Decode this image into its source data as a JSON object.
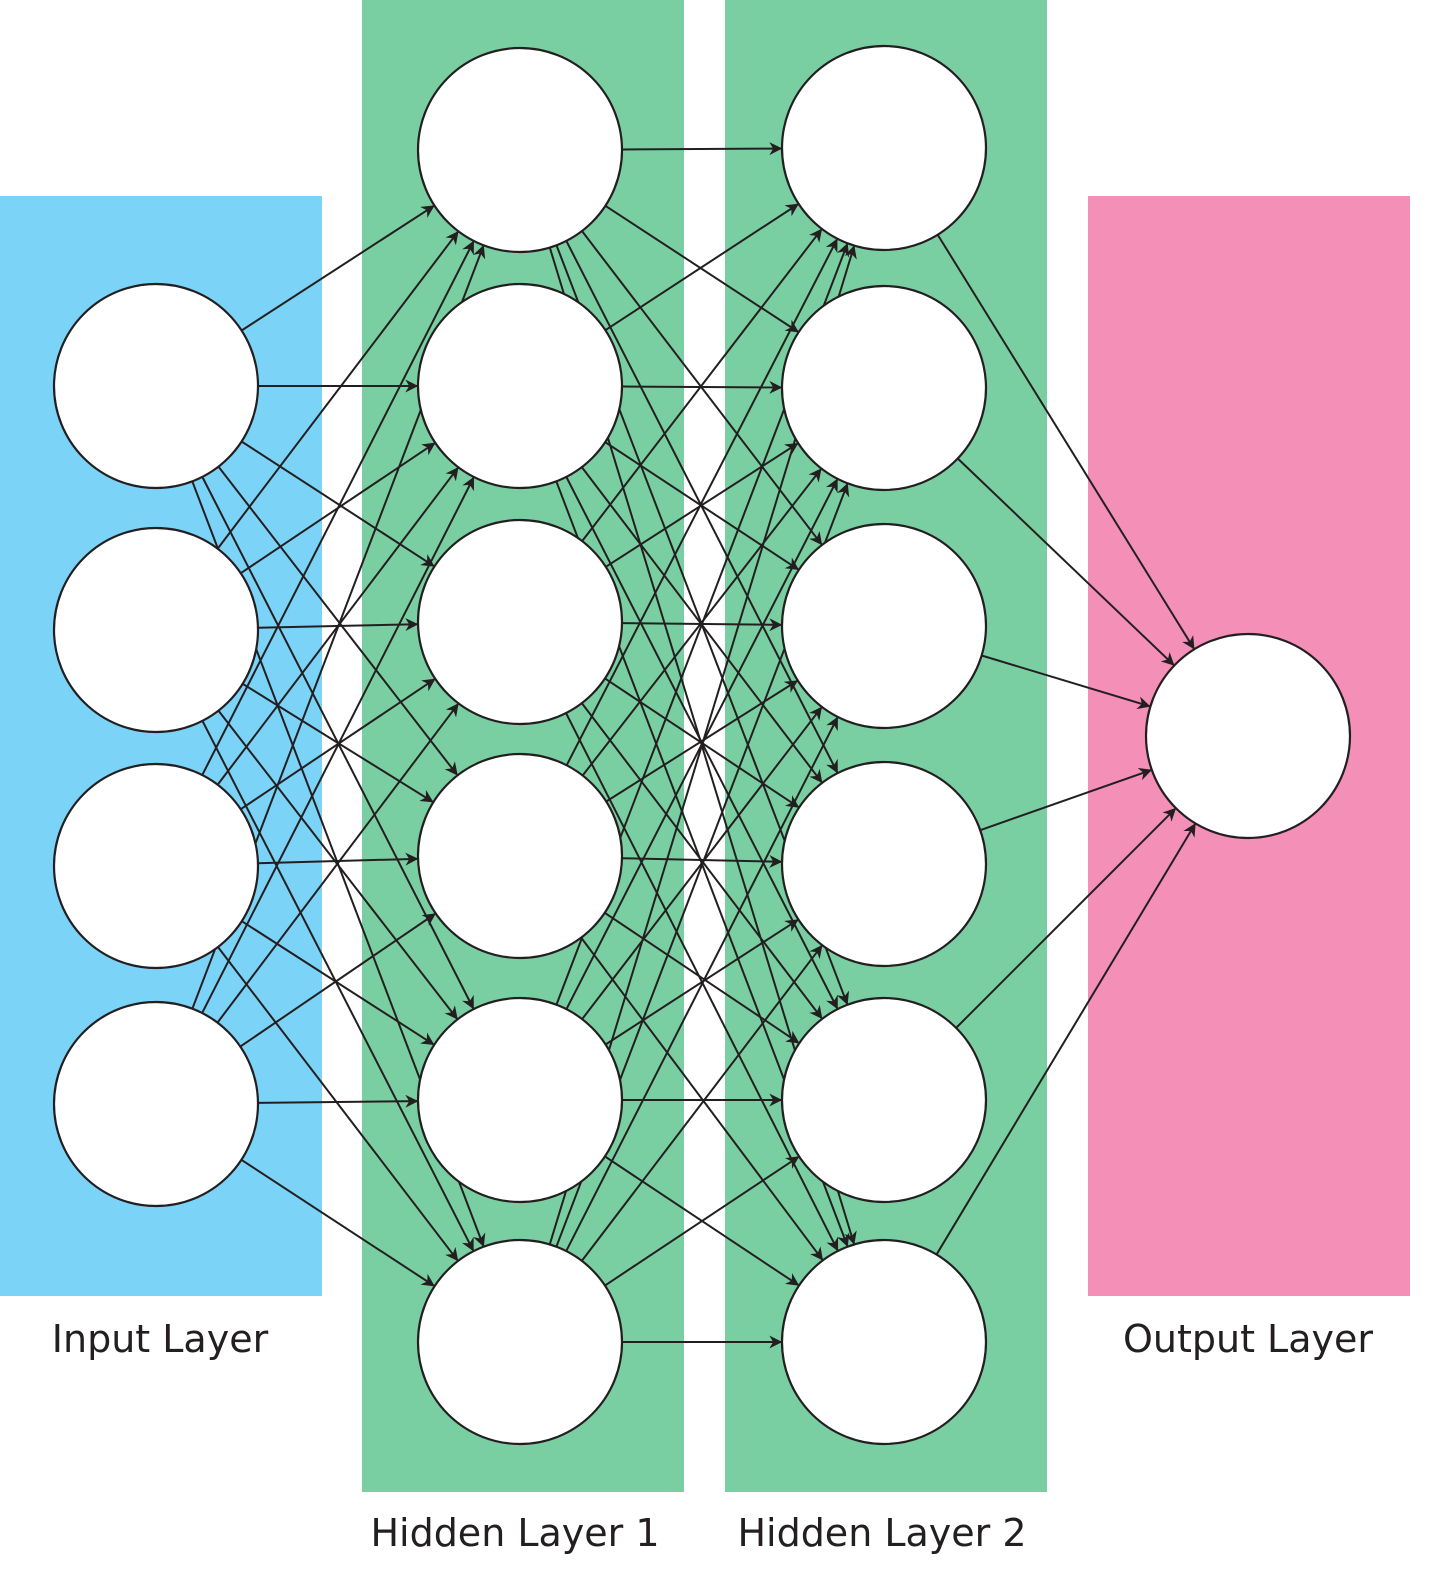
{
  "colors": {
    "input_band": "#7bd3f7",
    "hidden_band": "#7acfa2",
    "output_band": "#f48fb8",
    "node_fill": "#ffffff",
    "stroke": "#231f20"
  },
  "labels": {
    "input": "Input Layer",
    "hidden1": "Hidden Layer 1",
    "hidden2": "Hidden Layer 2",
    "output": "Output Layer"
  },
  "network": {
    "layers": [
      {
        "name": "input",
        "neurons": 4
      },
      {
        "name": "hidden1",
        "neurons": 6
      },
      {
        "name": "hidden2",
        "neurons": 6
      },
      {
        "name": "output",
        "neurons": 1
      }
    ],
    "connectivity": "fully-connected"
  }
}
